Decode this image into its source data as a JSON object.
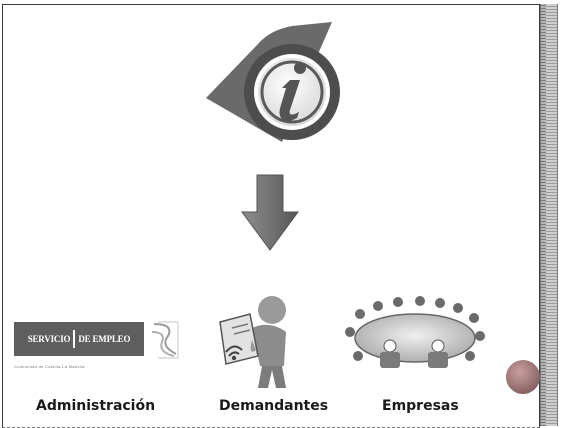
{
  "logo_service": {
    "left_text": "SERVICIO",
    "right_text": "DE EMPLEO",
    "subtitle": "Comunidad de Castilla-La Mancha"
  },
  "categories": [
    {
      "label": "Administración",
      "icon": "logo-icon"
    },
    {
      "label": "Demandantes",
      "icon": "person-reading-icon"
    },
    {
      "label": "Empresas",
      "icon": "meeting-table-icon"
    }
  ],
  "colors": {
    "info_logo": "#5a5a5a",
    "arrow": "#7a7a7a",
    "nav_circle": "#9a7070"
  }
}
